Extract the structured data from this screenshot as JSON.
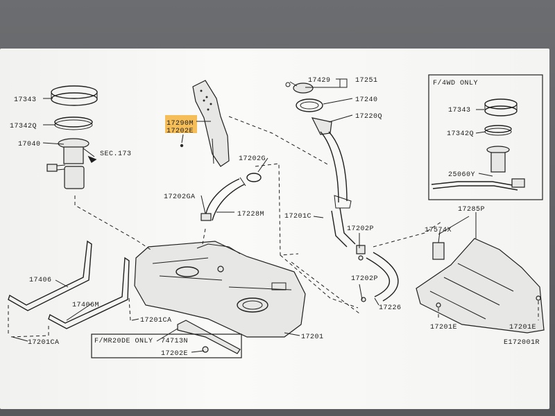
{
  "labels": {
    "p17343": "17343",
    "p17342q": "17342Q",
    "p17040": "17040",
    "sec173": "SEC.173",
    "p17290m": "17290M",
    "p17202e_top": "17202E",
    "p17202g": "17202G",
    "p17202ga": "17202GA",
    "p17228m": "17228M",
    "p17429": "17429",
    "p17251": "17251",
    "p17240": "17240",
    "p17220q": "17220Q",
    "p17201c": "17201C",
    "p17202p_a": "17202P",
    "p17202p_b": "17202P",
    "p17226": "17226",
    "p17406": "17406",
    "p17406m": "17406M",
    "p17201ca_a": "17201CA",
    "p17201ca_b": "17201CA",
    "fmr20de": "F/MR20DE ONLY",
    "p74713n": "74713N",
    "p17202e_bot": "17202E",
    "p17201": "17201",
    "f4wd": "F/4WD ONLY",
    "p17343_r": "17343",
    "p17342q_r": "17342Q",
    "p25060y": "25060Y",
    "p17285p": "17285P",
    "p17574x": "17574X",
    "p17201e_a": "17201E",
    "p17201e_b": "17201E",
    "diagram_id": "E172001R"
  },
  "highlight_color": "#f6b43c"
}
